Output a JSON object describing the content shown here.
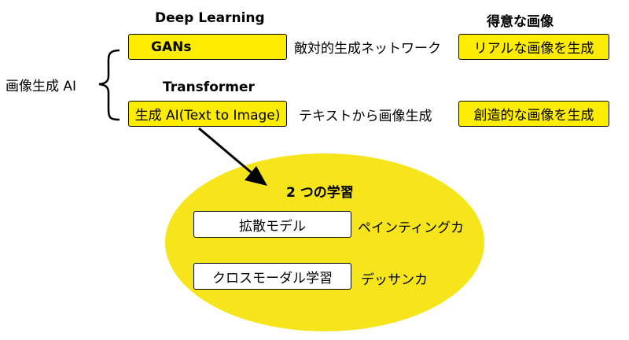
{
  "left_label": "画像生成 AI",
  "row1": {
    "heading": "Deep Learning",
    "box": "GANs",
    "description": "敵対的生成ネットワーク",
    "result_heading": "得意な画像",
    "result": "リアルな画像を生成"
  },
  "row2": {
    "heading": "Transformer",
    "box": "生成 AI(Text to Image)",
    "description": "テキストから画像生成",
    "result": "創造的な画像を生成"
  },
  "learning": {
    "title": "2 つの学習",
    "items": [
      {
        "label": "拡散モデル",
        "ability": "ペインティングカ"
      },
      {
        "label": "クロスモーダル学習",
        "ability": "デッサンカ"
      }
    ]
  },
  "colors": {
    "accent_yellow": "#ffed00",
    "ellipse_yellow": "#f7e51c",
    "line": "#000000"
  }
}
